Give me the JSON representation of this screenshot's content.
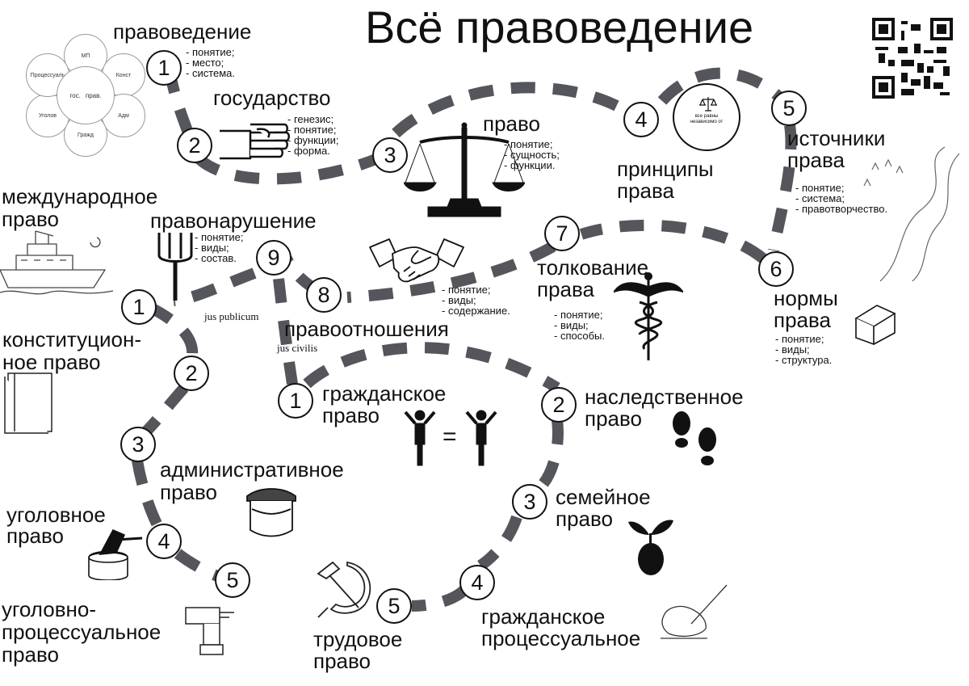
{
  "title": "Всё правоведение",
  "left_flower": {
    "center": [
      "гос.",
      "прав."
    ],
    "petals": [
      "МП",
      "Конст",
      "Адм",
      "Гражд",
      "Уголов",
      "Процессуаль"
    ]
  },
  "upper_path": [
    {
      "n": "1",
      "label": "правоведение",
      "items": [
        "- понятие;",
        "- место;",
        "- система."
      ]
    },
    {
      "n": "2",
      "label": "государство",
      "items": [
        "- генезис;",
        "- понятие;",
        "- функции;",
        "- форма."
      ]
    },
    {
      "n": "3",
      "label": "право",
      "items": [
        "- понятие;",
        "- сущность;",
        "- функции."
      ]
    },
    {
      "n": "4",
      "label": "принципы права",
      "lines": [
        "принципы",
        "права"
      ],
      "badge": "все равны независимо от"
    },
    {
      "n": "5",
      "label": "источники права",
      "lines": [
        "источники",
        "права"
      ],
      "items": [
        "- понятие;",
        "- система;",
        "- правотворчество."
      ]
    },
    {
      "n": "6",
      "label": "нормы права",
      "lines": [
        "нормы",
        "права"
      ],
      "items": [
        "- понятие;",
        "- виды;",
        "- структура."
      ]
    },
    {
      "n": "7",
      "label": "толкование права",
      "lines": [
        "толкование",
        "права"
      ],
      "items": [
        "- понятие;",
        "- виды;",
        "- способы."
      ]
    },
    {
      "n": "8",
      "label": "правоотношения",
      "items": [
        "- понятие;",
        "- виды;",
        "- содержание."
      ]
    },
    {
      "n": "9",
      "label": "правонарушение",
      "items": [
        "- понятие;",
        "- виды;",
        "- состав."
      ]
    }
  ],
  "international": {
    "lines": [
      "международное",
      "право"
    ]
  },
  "jus_publicum": "jus publicum",
  "jus_civilis": "jus civilis",
  "public_branch": [
    {
      "n": "1",
      "lines": [
        "конституцион-",
        "ное право"
      ]
    },
    {
      "n": "2"
    },
    {
      "n": "3",
      "lines": [
        "административное",
        "право"
      ]
    },
    {
      "n": "4",
      "lines": [
        "уголовное",
        "право"
      ]
    },
    {
      "n": "5",
      "lines": [
        "уголовно-",
        "процессуальное",
        "право"
      ]
    }
  ],
  "private_branch": [
    {
      "n": "1",
      "lines": [
        "гражданское",
        "право"
      ],
      "equals": "="
    },
    {
      "n": "2",
      "lines": [
        "наследственное",
        "право"
      ]
    },
    {
      "n": "3",
      "lines": [
        "семейное",
        "право"
      ]
    },
    {
      "n": "4",
      "lines": [
        "гражданское",
        "процессуальное"
      ]
    },
    {
      "n": "5",
      "lines": [
        "трудовое",
        "право"
      ]
    }
  ],
  "colors": {
    "path": "#55555c",
    "ink": "#111111",
    "background": "#ffffff"
  },
  "icons": [
    "qr-code-icon",
    "flower-diagram-icon",
    "fist-icon",
    "scales-icon",
    "handshake-icon",
    "pitchfork-icon",
    "caduceus-icon",
    "brick-icon",
    "road-icon",
    "ship-icon",
    "book-icon",
    "police-shield-icon",
    "axe-stump-icon",
    "drill-icon",
    "hammer-sickle-icon",
    "writing-hand-icon",
    "footprints-icon",
    "sprout-icon",
    "people-equal-icon"
  ]
}
